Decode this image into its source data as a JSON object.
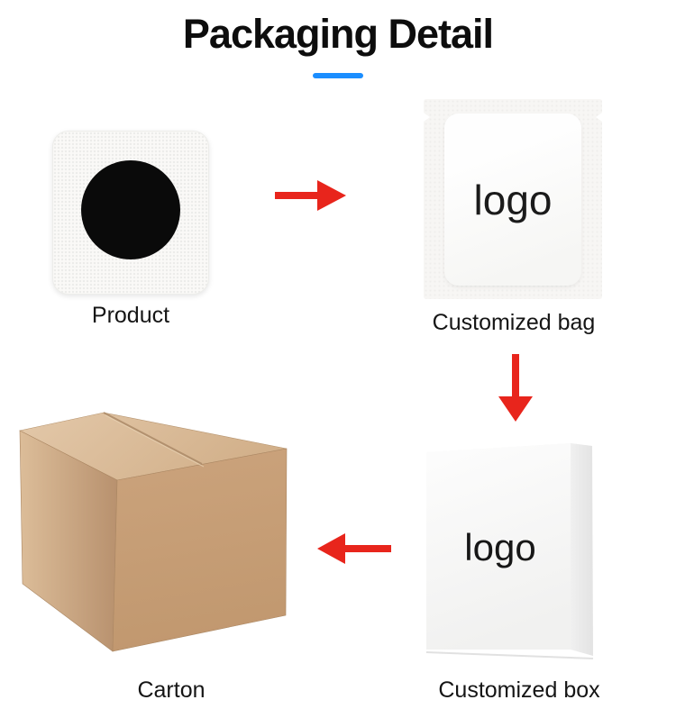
{
  "title": "Packaging Detail",
  "colors": {
    "accent_underline": "#1b8eff",
    "arrow": "#e8251c",
    "carton_top_light": "#e3c8a9",
    "carton_top_dark": "#d2b08a",
    "carton_side_light": "#dcbd99",
    "carton_side_dark": "#b8916e",
    "carton_front_light": "#cba37c",
    "carton_front_dark": "#c1986f",
    "product_circle": "#0a0a0a"
  },
  "items": {
    "product": {
      "label": "Product"
    },
    "bag": {
      "label": "Customized bag",
      "print": "logo"
    },
    "box": {
      "label": "Customized box",
      "print": "logo"
    },
    "carton": {
      "label": "Carton"
    }
  }
}
